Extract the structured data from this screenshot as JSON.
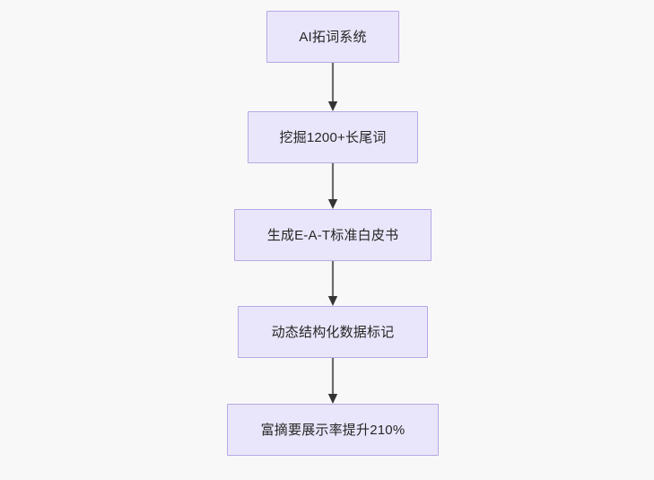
{
  "diagram": {
    "type": "flowchart",
    "direction": "top-to-bottom",
    "background_color": "#f8f8f8",
    "node_fill_color": "#e9e6fb",
    "node_border_color": "#b9a7e6",
    "node_text_color": "#262626",
    "edge_color": "#6b6b6b",
    "arrowhead_color": "#333333",
    "nodes": [
      {
        "id": "n0",
        "label": "AI拓词系统"
      },
      {
        "id": "n1",
        "label": "挖掘1200+长尾词"
      },
      {
        "id": "n2",
        "label": "生成E-A-T标准白皮书"
      },
      {
        "id": "n3",
        "label": "动态结构化数据标记"
      },
      {
        "id": "n4",
        "label": "富摘要展示率提升210%"
      }
    ],
    "edges": [
      {
        "id": "e0",
        "from": "n0",
        "to": "n1",
        "label": "",
        "arrow": "down"
      },
      {
        "id": "e1",
        "from": "n1",
        "to": "n2",
        "label": "",
        "arrow": "down"
      },
      {
        "id": "e2",
        "from": "n2",
        "to": "n3",
        "label": "",
        "arrow": "down"
      },
      {
        "id": "e3",
        "from": "n3",
        "to": "n4",
        "label": "",
        "arrow": "down"
      }
    ]
  }
}
